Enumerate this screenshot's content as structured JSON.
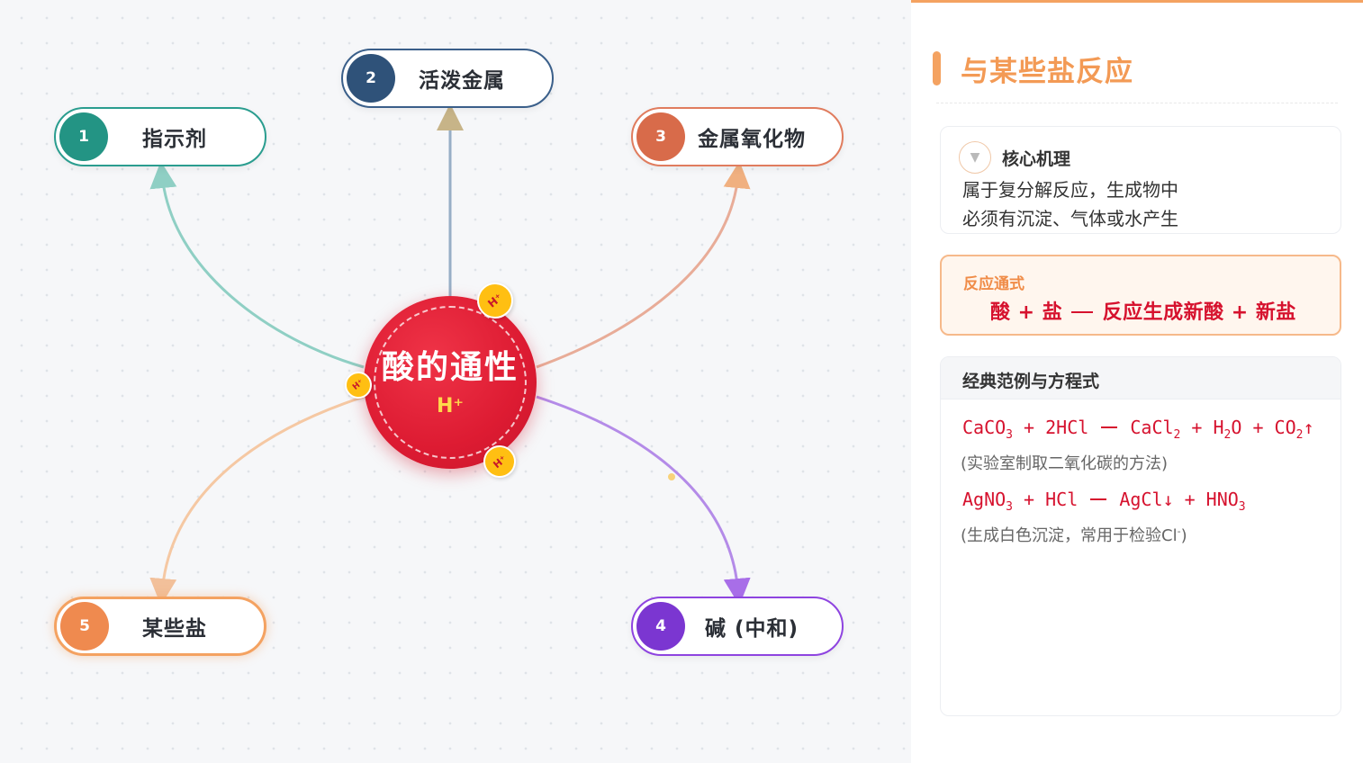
{
  "canvas": {
    "center": {
      "title": "酸的通性",
      "ion": "H⁺",
      "badge_text": "H⁺"
    },
    "nodes": [
      {
        "number": "1",
        "label": "指示剂"
      },
      {
        "number": "2",
        "label": "活泼金属"
      },
      {
        "number": "3",
        "label": "金属氧化物"
      },
      {
        "number": "4",
        "label": "碱 (中和)"
      },
      {
        "number": "5",
        "label": "某些盐"
      }
    ]
  },
  "panel": {
    "title": "与某些盐反应",
    "mechanism": {
      "heading": "核心机理",
      "line1": "属于复分解反应，生成物中",
      "line2": "必须有沉淀、气体或水产生"
    },
    "formula": {
      "label": "反应通式",
      "left": "酸 + 盐",
      "right": "反应生成新酸 + 新盐"
    },
    "examples": {
      "heading": "经典范例与方程式",
      "items": [
        {
          "note": "(实验室制取二氧化碳的方法)"
        },
        {
          "note_prefix": "(生成白色沉淀，常用于检验Cl",
          "note_sup": "-",
          "note_suffix": ")"
        }
      ]
    }
  },
  "colors": {
    "indicator": "#2a9d8f",
    "active_metal": "#3a5f8a",
    "metal_oxide": "#e07c5e",
    "base": "#8e44e0",
    "salt": "#f4a261",
    "acid_red": "#dd1b32",
    "accent_orange": "#f39a55"
  }
}
